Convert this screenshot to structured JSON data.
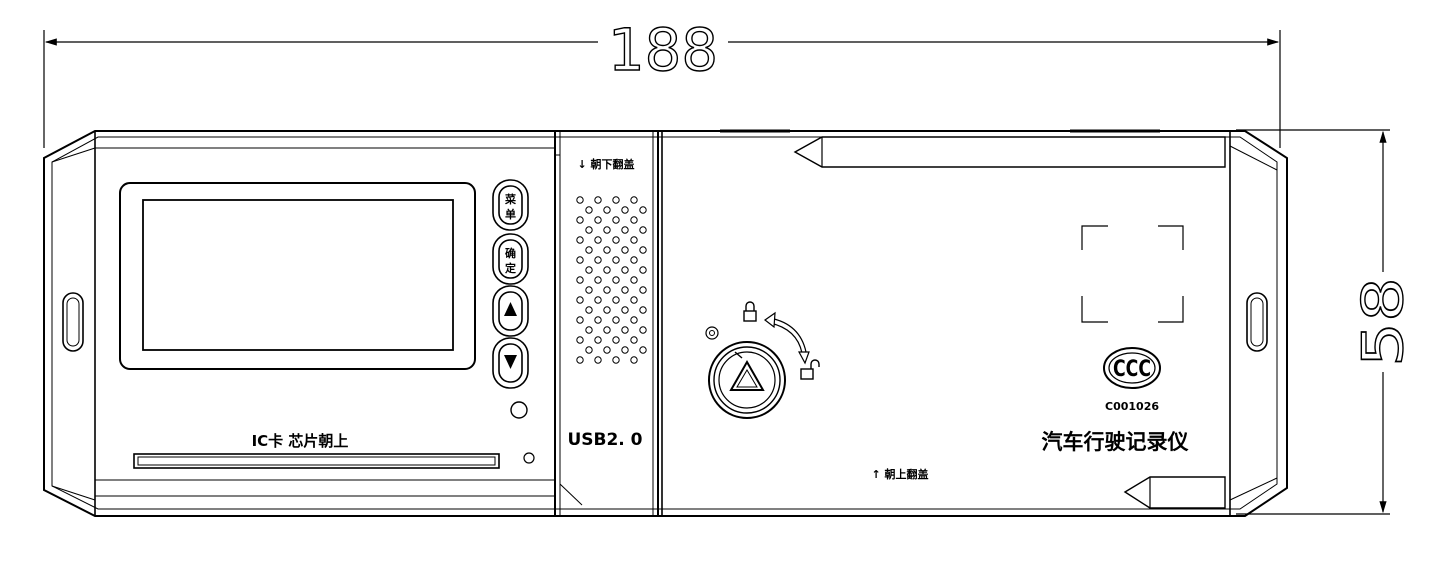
{
  "dimensions": {
    "width": "188",
    "height": "58"
  },
  "labels": {
    "flip_down": "↓ 朝下翻盖",
    "flip_up": "↑ 朝上翻盖",
    "ic_card": "IC卡  芯片朝上",
    "usb": "USB2. 0",
    "cert_code": "C001026",
    "product_name": "汽车行驶记录仪",
    "ccc_mark": "CCC"
  },
  "buttons": {
    "menu": [
      "菜",
      "单"
    ],
    "confirm": [
      "确",
      "定"
    ],
    "up": "▲",
    "down": "▼"
  },
  "colors": {
    "line": "#000000",
    "background": "#ffffff"
  }
}
